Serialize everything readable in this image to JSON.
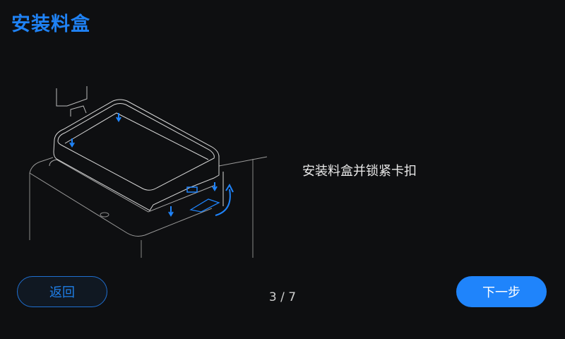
{
  "header": {
    "title": "安装料盒"
  },
  "step": {
    "instruction": "安装料盒并锁紧卡扣",
    "current": 3,
    "total": 7,
    "indicator": "3 / 7"
  },
  "buttons": {
    "back": "返回",
    "next": "下一步"
  },
  "colors": {
    "accent": "#1f84fb",
    "background": "#0e0f11"
  },
  "illustration": {
    "icon": "material-box-install-illustration"
  }
}
